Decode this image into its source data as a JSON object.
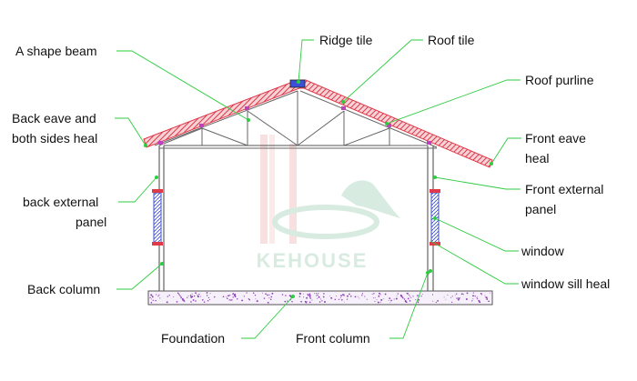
{
  "labels": {
    "a_shape_beam": "A shape beam",
    "ridge_tile": "Ridge tile",
    "roof_tile": "Roof tile",
    "roof_purline": "Roof purline",
    "back_eave_1": "Back eave and",
    "back_eave_2": "both sides heal",
    "front_eave_1": "Front eave",
    "front_eave_2": "heal",
    "back_ext_1": "back external",
    "back_ext_2": "panel",
    "front_ext_1": "Front external",
    "front_ext_2": "panel",
    "window": "window",
    "window_sill": "window sill heal",
    "back_column": "Back column",
    "foundation": "Foundation",
    "front_column": "Front column"
  },
  "watermark": {
    "text": "KEHOUSE"
  },
  "colors": {
    "leader": "#2ecc40",
    "roof_tile": "#e03a4a",
    "window": "#3b4fd8",
    "foundation_dots": "#8a3fb5",
    "watermark": "#b9dcc8"
  }
}
